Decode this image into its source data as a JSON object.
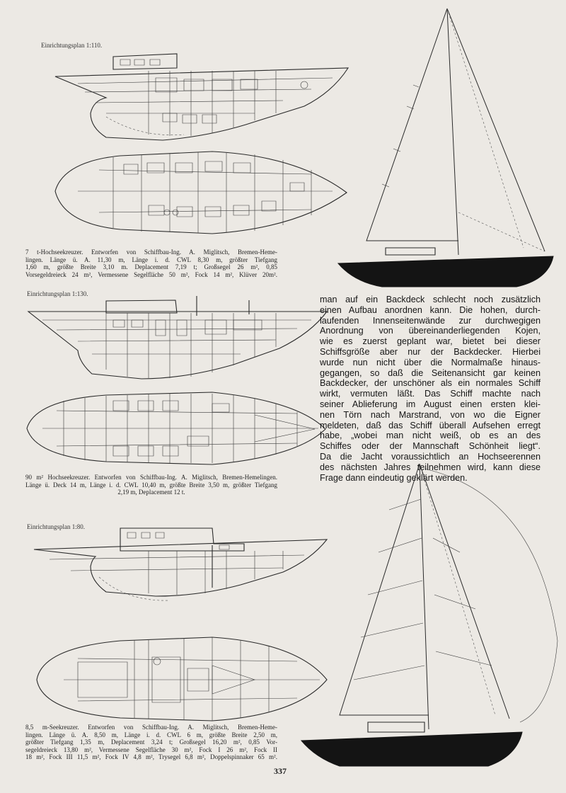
{
  "plan_labels": {
    "plan1": "Einrichtungsplan 1:110.",
    "plan2": "Einrichtungsplan 1:130.",
    "plan3": "Einrichtungsplan 1:80."
  },
  "captions": {
    "caption1_lines": [
      "7 t-Hochseekreuzer. Entworfen von Schiffbau-Ing. A. Miglitsch, Bremen-Heme-",
      "lingen. Länge ü. A. 11,30 m, Länge i. d. CWL 8,30 m, größter Tiefgang",
      "1,60 m, größte Breite 3,10 m. Deplacement 7,19 t; Großsegel 26 m², 0,85",
      "Vorsegeldreieck 24 m², Vermessene Segelfläche 50 m², Fock 14 m², Klüver 20m²."
    ],
    "caption2_lines": [
      "90 m² Hochseekreuzer. Entworfen von Schiffbau-Ing. A. Miglitsch, Bremen-Hemelingen.",
      "Länge ü. Deck 14 m, Länge i. d. CWL 10,40 m, größte Breite 3,50 m, größter Tiefgang",
      "2,19 m, Deplacement 12 t."
    ],
    "caption3_lines": [
      "8,5 m-Seekreuzer. Entworfen von Schiffbau-Ing. A. Miglitsch, Bremen-Heme-",
      "lingen. Länge ü. A. 8,50 m, Länge i. d. CWL 6 m, größte Breite 2,50 m,",
      "größter Tiefgang 1,35 m, Deplacement 3,24 t; Großsegel 16,20 m², 0,85 Vor-",
      "segeldreieck 13,80 m², Vermessene Segelfläche 30 m², Fock I 26 m², Fock II",
      "18 m², Fock III 11,5 m², Fock IV 4,8 m², Trysegel 6,8 m², Doppelspinnaker 65 m²."
    ]
  },
  "body_text_lines": [
    "man auf ein Backdeck schlecht noch zusätzlich",
    "einen Aufbau anordnen kann. Die hohen, durch-",
    "laufenden Innenseitenwände zur durchwegigen",
    "Anordnung von übereinanderliegenden Kojen,",
    "wie es zuerst geplant war, bietet bei dieser",
    "Schiffsgröße aber nur der Backdecker. Hierbei",
    "wurde nun nicht über die Normalmaße hinaus-",
    "gegangen, so daß die Seitenansicht gar keinen",
    "Backdecker, der unschöner als ein normales Schiff",
    "wirkt, vermuten läßt. Das Schiff machte nach",
    "seiner Ablieferung im August einen ersten klei-",
    "nen Törn nach Marstrand, von wo die Eigner",
    "meldeten, daß das Schiff überall Aufsehen erregt",
    "habe, „wobei man nicht weiß, ob es an des",
    "Schiffes oder der Mannschaft Schönheit liegt“.",
    "Da die Jacht voraussichtlich an Hochseerennen",
    "des nächsten Jahres teilnehmen wird, kann diese",
    "Frage dann eindeutig geklärt werden."
  ],
  "page_number": "337"
}
